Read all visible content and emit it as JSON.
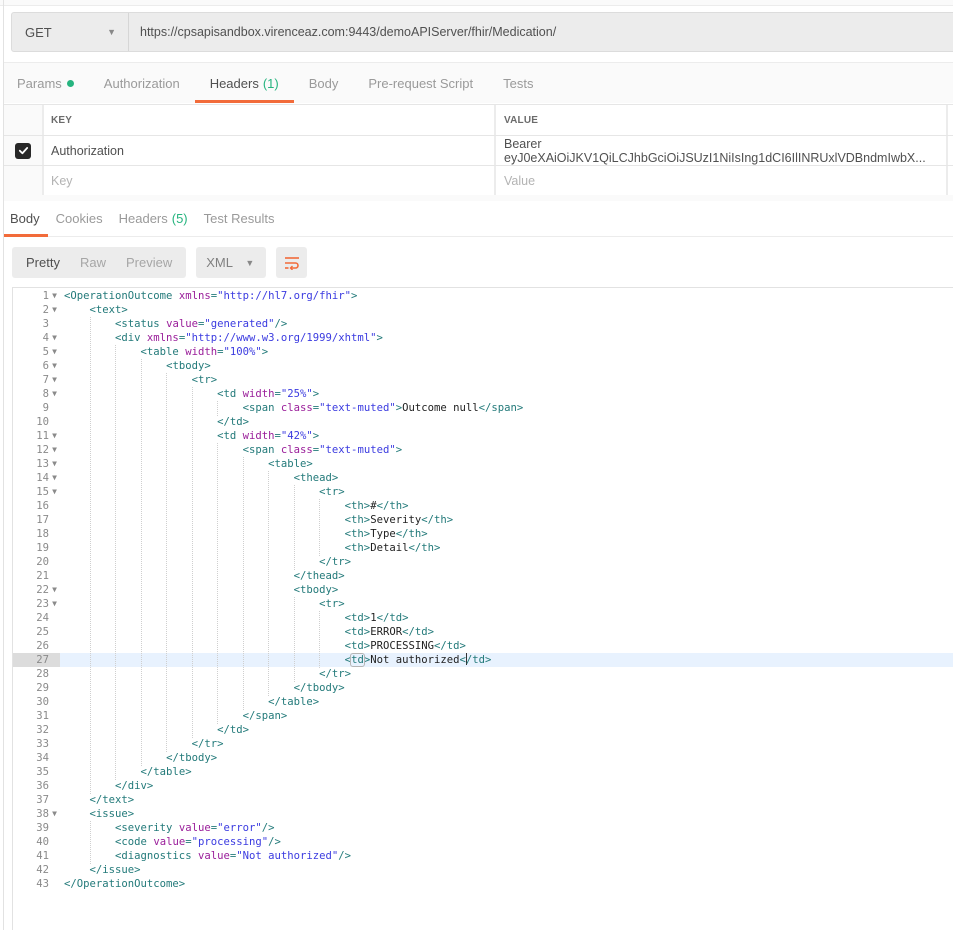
{
  "request": {
    "method": "GET",
    "url": "https://cpsapisandbox.virenceaz.com:9443/demoAPIServer/fhir/Medication/"
  },
  "request_tabs": [
    {
      "label": "Params",
      "dot": true,
      "active": false
    },
    {
      "label": "Authorization",
      "active": false
    },
    {
      "label": "Headers",
      "count": "(1)",
      "active": true
    },
    {
      "label": "Body",
      "active": false
    },
    {
      "label": "Pre-request Script",
      "active": false
    },
    {
      "label": "Tests",
      "active": false
    }
  ],
  "headers_table": {
    "columns": [
      "KEY",
      "VALUE"
    ],
    "rows": [
      {
        "checked": true,
        "key": "Authorization",
        "value": "Bearer eyJ0eXAiOiJKV1QiLCJhbGciOiJSUzI1NiIsIng1dCI6IlINRUxlVDBndmIwbX..."
      }
    ],
    "new_row": {
      "key_placeholder": "Key",
      "value_placeholder": "Value"
    }
  },
  "response_tabs": [
    {
      "label": "Body",
      "active": true
    },
    {
      "label": "Cookies",
      "active": false
    },
    {
      "label": "Headers",
      "count": "(5)",
      "active": false
    },
    {
      "label": "Test Results",
      "active": false
    }
  ],
  "body_toolbar": {
    "views": [
      "Pretty",
      "Raw",
      "Preview"
    ],
    "active_view": "Pretty",
    "format": "XML",
    "wrap_icon": "wrap-lines-icon"
  },
  "colors": {
    "accent": "#f26b3a",
    "success": "#26b47f",
    "xml_tag": "#237a7a",
    "xml_attr": "#9a1e9a",
    "xml_value": "#3b3be0",
    "active_line": "#e8f2fe"
  },
  "editor": {
    "active_line": 27,
    "lines": [
      {
        "n": 1,
        "fold": true,
        "indent": 0,
        "tokens": [
          [
            "tag",
            "<OperationOutcome "
          ],
          [
            "attr",
            "xmlns"
          ],
          [
            "tag",
            "="
          ],
          [
            "val",
            "\"http://hl7.org/fhir\""
          ],
          [
            "tag",
            ">"
          ]
        ]
      },
      {
        "n": 2,
        "fold": true,
        "indent": 1,
        "tokens": [
          [
            "tag",
            "<text>"
          ]
        ]
      },
      {
        "n": 3,
        "fold": false,
        "indent": 2,
        "tokens": [
          [
            "tag",
            "<status "
          ],
          [
            "attr",
            "value"
          ],
          [
            "tag",
            "="
          ],
          [
            "val",
            "\"generated\""
          ],
          [
            "tag",
            "/>"
          ]
        ]
      },
      {
        "n": 4,
        "fold": true,
        "indent": 2,
        "tokens": [
          [
            "tag",
            "<div "
          ],
          [
            "attr",
            "xmlns"
          ],
          [
            "tag",
            "="
          ],
          [
            "val",
            "\"http://www.w3.org/1999/xhtml\""
          ],
          [
            "tag",
            ">"
          ]
        ]
      },
      {
        "n": 5,
        "fold": true,
        "indent": 3,
        "tokens": [
          [
            "tag",
            "<table "
          ],
          [
            "attr",
            "width"
          ],
          [
            "tag",
            "="
          ],
          [
            "val",
            "\"100%\""
          ],
          [
            "tag",
            ">"
          ]
        ]
      },
      {
        "n": 6,
        "fold": true,
        "indent": 4,
        "tokens": [
          [
            "tag",
            "<tbody>"
          ]
        ]
      },
      {
        "n": 7,
        "fold": true,
        "indent": 5,
        "tokens": [
          [
            "tag",
            "<tr>"
          ]
        ]
      },
      {
        "n": 8,
        "fold": true,
        "indent": 6,
        "tokens": [
          [
            "tag",
            "<td "
          ],
          [
            "attr",
            "width"
          ],
          [
            "tag",
            "="
          ],
          [
            "val",
            "\"25%\""
          ],
          [
            "tag",
            ">"
          ]
        ]
      },
      {
        "n": 9,
        "fold": false,
        "indent": 7,
        "tokens": [
          [
            "tag",
            "<span "
          ],
          [
            "attr",
            "class"
          ],
          [
            "tag",
            "="
          ],
          [
            "val",
            "\"text-muted\""
          ],
          [
            "tag",
            ">"
          ],
          [
            "txt",
            "Outcome null"
          ],
          [
            "tag",
            "</span>"
          ]
        ]
      },
      {
        "n": 10,
        "fold": false,
        "indent": 6,
        "tokens": [
          [
            "tag",
            "</td>"
          ]
        ]
      },
      {
        "n": 11,
        "fold": true,
        "indent": 6,
        "tokens": [
          [
            "tag",
            "<td "
          ],
          [
            "attr",
            "width"
          ],
          [
            "tag",
            "="
          ],
          [
            "val",
            "\"42%\""
          ],
          [
            "tag",
            ">"
          ]
        ]
      },
      {
        "n": 12,
        "fold": true,
        "indent": 7,
        "tokens": [
          [
            "tag",
            "<span "
          ],
          [
            "attr",
            "class"
          ],
          [
            "tag",
            "="
          ],
          [
            "val",
            "\"text-muted\""
          ],
          [
            "tag",
            ">"
          ]
        ]
      },
      {
        "n": 13,
        "fold": true,
        "indent": 8,
        "tokens": [
          [
            "tag",
            "<table>"
          ]
        ]
      },
      {
        "n": 14,
        "fold": true,
        "indent": 9,
        "tokens": [
          [
            "tag",
            "<thead>"
          ]
        ]
      },
      {
        "n": 15,
        "fold": true,
        "indent": 10,
        "tokens": [
          [
            "tag",
            "<tr>"
          ]
        ]
      },
      {
        "n": 16,
        "fold": false,
        "indent": 11,
        "tokens": [
          [
            "tag",
            "<th>"
          ],
          [
            "txt",
            "#"
          ],
          [
            "tag",
            "</th>"
          ]
        ]
      },
      {
        "n": 17,
        "fold": false,
        "indent": 11,
        "tokens": [
          [
            "tag",
            "<th>"
          ],
          [
            "txt",
            "Severity"
          ],
          [
            "tag",
            "</th>"
          ]
        ]
      },
      {
        "n": 18,
        "fold": false,
        "indent": 11,
        "tokens": [
          [
            "tag",
            "<th>"
          ],
          [
            "txt",
            "Type"
          ],
          [
            "tag",
            "</th>"
          ]
        ]
      },
      {
        "n": 19,
        "fold": false,
        "indent": 11,
        "tokens": [
          [
            "tag",
            "<th>"
          ],
          [
            "txt",
            "Detail"
          ],
          [
            "tag",
            "</th>"
          ]
        ]
      },
      {
        "n": 20,
        "fold": false,
        "indent": 10,
        "tokens": [
          [
            "tag",
            "</tr>"
          ]
        ]
      },
      {
        "n": 21,
        "fold": false,
        "indent": 9,
        "tokens": [
          [
            "tag",
            "</thead>"
          ]
        ]
      },
      {
        "n": 22,
        "fold": true,
        "indent": 9,
        "tokens": [
          [
            "tag",
            "<tbody>"
          ]
        ]
      },
      {
        "n": 23,
        "fold": true,
        "indent": 10,
        "tokens": [
          [
            "tag",
            "<tr>"
          ]
        ]
      },
      {
        "n": 24,
        "fold": false,
        "indent": 11,
        "tokens": [
          [
            "tag",
            "<td>"
          ],
          [
            "txt",
            "1"
          ],
          [
            "tag",
            "</td>"
          ]
        ]
      },
      {
        "n": 25,
        "fold": false,
        "indent": 11,
        "tokens": [
          [
            "tag",
            "<td>"
          ],
          [
            "txt",
            "ERROR"
          ],
          [
            "tag",
            "</td>"
          ]
        ]
      },
      {
        "n": 26,
        "fold": false,
        "indent": 11,
        "tokens": [
          [
            "tag",
            "<td>"
          ],
          [
            "txt",
            "PROCESSING"
          ],
          [
            "tag",
            "</td>"
          ]
        ]
      },
      {
        "n": 27,
        "fold": false,
        "indent": 11,
        "tokens": [
          [
            "tag",
            "<"
          ],
          [
            "tag-hl",
            "td"
          ],
          [
            "tag",
            ">"
          ],
          [
            "txt",
            "Not authorized"
          ],
          [
            "tag",
            "<"
          ],
          [
            "cursor",
            ""
          ],
          [
            "tag",
            "/td>"
          ]
        ]
      },
      {
        "n": 28,
        "fold": false,
        "indent": 10,
        "tokens": [
          [
            "tag",
            "</tr>"
          ]
        ]
      },
      {
        "n": 29,
        "fold": false,
        "indent": 9,
        "tokens": [
          [
            "tag",
            "</tbody>"
          ]
        ]
      },
      {
        "n": 30,
        "fold": false,
        "indent": 8,
        "tokens": [
          [
            "tag",
            "</table>"
          ]
        ]
      },
      {
        "n": 31,
        "fold": false,
        "indent": 7,
        "tokens": [
          [
            "tag",
            "</span>"
          ]
        ]
      },
      {
        "n": 32,
        "fold": false,
        "indent": 6,
        "tokens": [
          [
            "tag",
            "</td>"
          ]
        ]
      },
      {
        "n": 33,
        "fold": false,
        "indent": 5,
        "tokens": [
          [
            "tag",
            "</tr>"
          ]
        ]
      },
      {
        "n": 34,
        "fold": false,
        "indent": 4,
        "tokens": [
          [
            "tag",
            "</tbody>"
          ]
        ]
      },
      {
        "n": 35,
        "fold": false,
        "indent": 3,
        "tokens": [
          [
            "tag",
            "</table>"
          ]
        ]
      },
      {
        "n": 36,
        "fold": false,
        "indent": 2,
        "tokens": [
          [
            "tag",
            "</div>"
          ]
        ]
      },
      {
        "n": 37,
        "fold": false,
        "indent": 1,
        "tokens": [
          [
            "tag",
            "</text>"
          ]
        ]
      },
      {
        "n": 38,
        "fold": true,
        "indent": 1,
        "tokens": [
          [
            "tag",
            "<issue>"
          ]
        ]
      },
      {
        "n": 39,
        "fold": false,
        "indent": 2,
        "tokens": [
          [
            "tag",
            "<severity "
          ],
          [
            "attr",
            "value"
          ],
          [
            "tag",
            "="
          ],
          [
            "val",
            "\"error\""
          ],
          [
            "tag",
            "/>"
          ]
        ]
      },
      {
        "n": 40,
        "fold": false,
        "indent": 2,
        "tokens": [
          [
            "tag",
            "<code "
          ],
          [
            "attr",
            "value"
          ],
          [
            "tag",
            "="
          ],
          [
            "val",
            "\"processing\""
          ],
          [
            "tag",
            "/>"
          ]
        ]
      },
      {
        "n": 41,
        "fold": false,
        "indent": 2,
        "tokens": [
          [
            "tag",
            "<diagnostics "
          ],
          [
            "attr",
            "value"
          ],
          [
            "tag",
            "="
          ],
          [
            "val",
            "\"Not authorized\""
          ],
          [
            "tag",
            "/>"
          ]
        ]
      },
      {
        "n": 42,
        "fold": false,
        "indent": 1,
        "tokens": [
          [
            "tag",
            "</issue>"
          ]
        ]
      },
      {
        "n": 43,
        "fold": false,
        "indent": 0,
        "tokens": [
          [
            "tag",
            "</OperationOutcome>"
          ]
        ]
      }
    ]
  }
}
